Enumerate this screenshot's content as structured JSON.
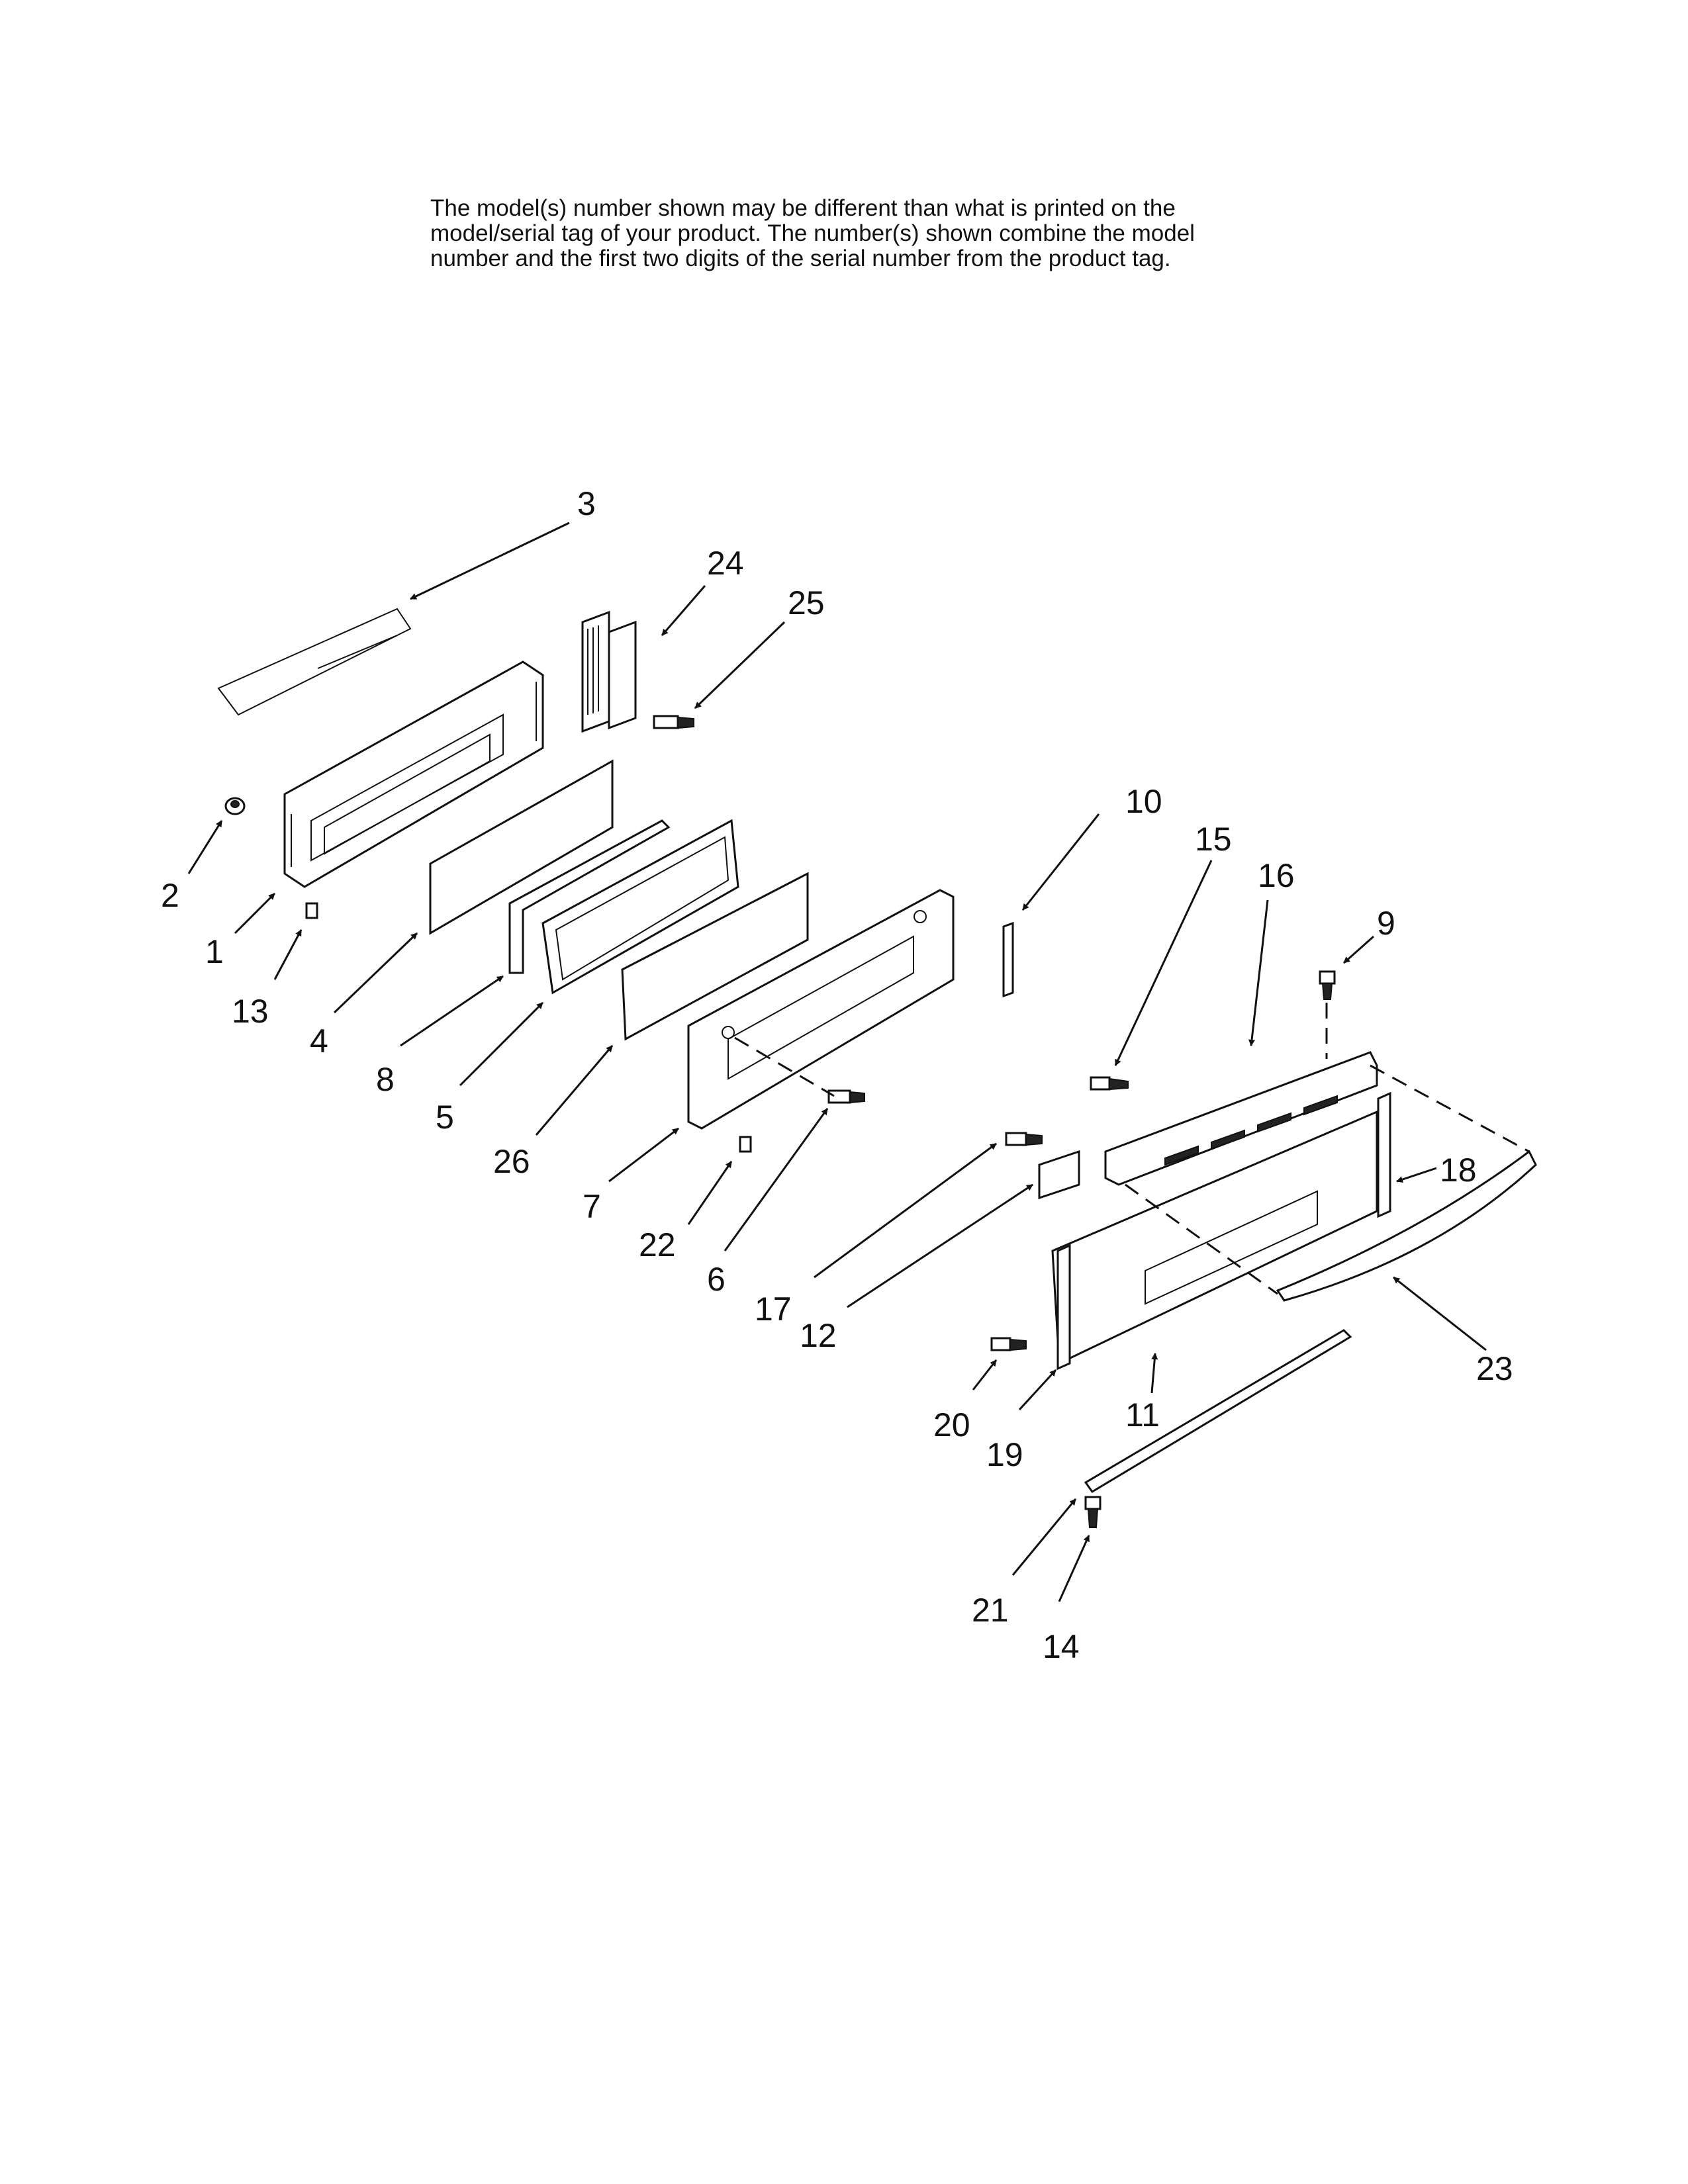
{
  "note": {
    "line1": "The model(s) number shown may be different than what is printed on the",
    "line2": "model/serial tag of your product. The number(s) shown combine the model",
    "line3": "number and the first two digits of the serial number from the product tag."
  },
  "labels": {
    "p1": "1",
    "p2": "2",
    "p3": "3",
    "p4": "4",
    "p5": "5",
    "p6": "6",
    "p7": "7",
    "p8": "8",
    "p9": "9",
    "p10": "10",
    "p11": "11",
    "p12": "12",
    "p13": "13",
    "p14": "14",
    "p15": "15",
    "p16": "16",
    "p17": "17",
    "p18": "18",
    "p19": "19",
    "p20": "20",
    "p21": "21",
    "p22": "22",
    "p23": "23",
    "p24": "24",
    "p25": "25",
    "p26": "26"
  }
}
